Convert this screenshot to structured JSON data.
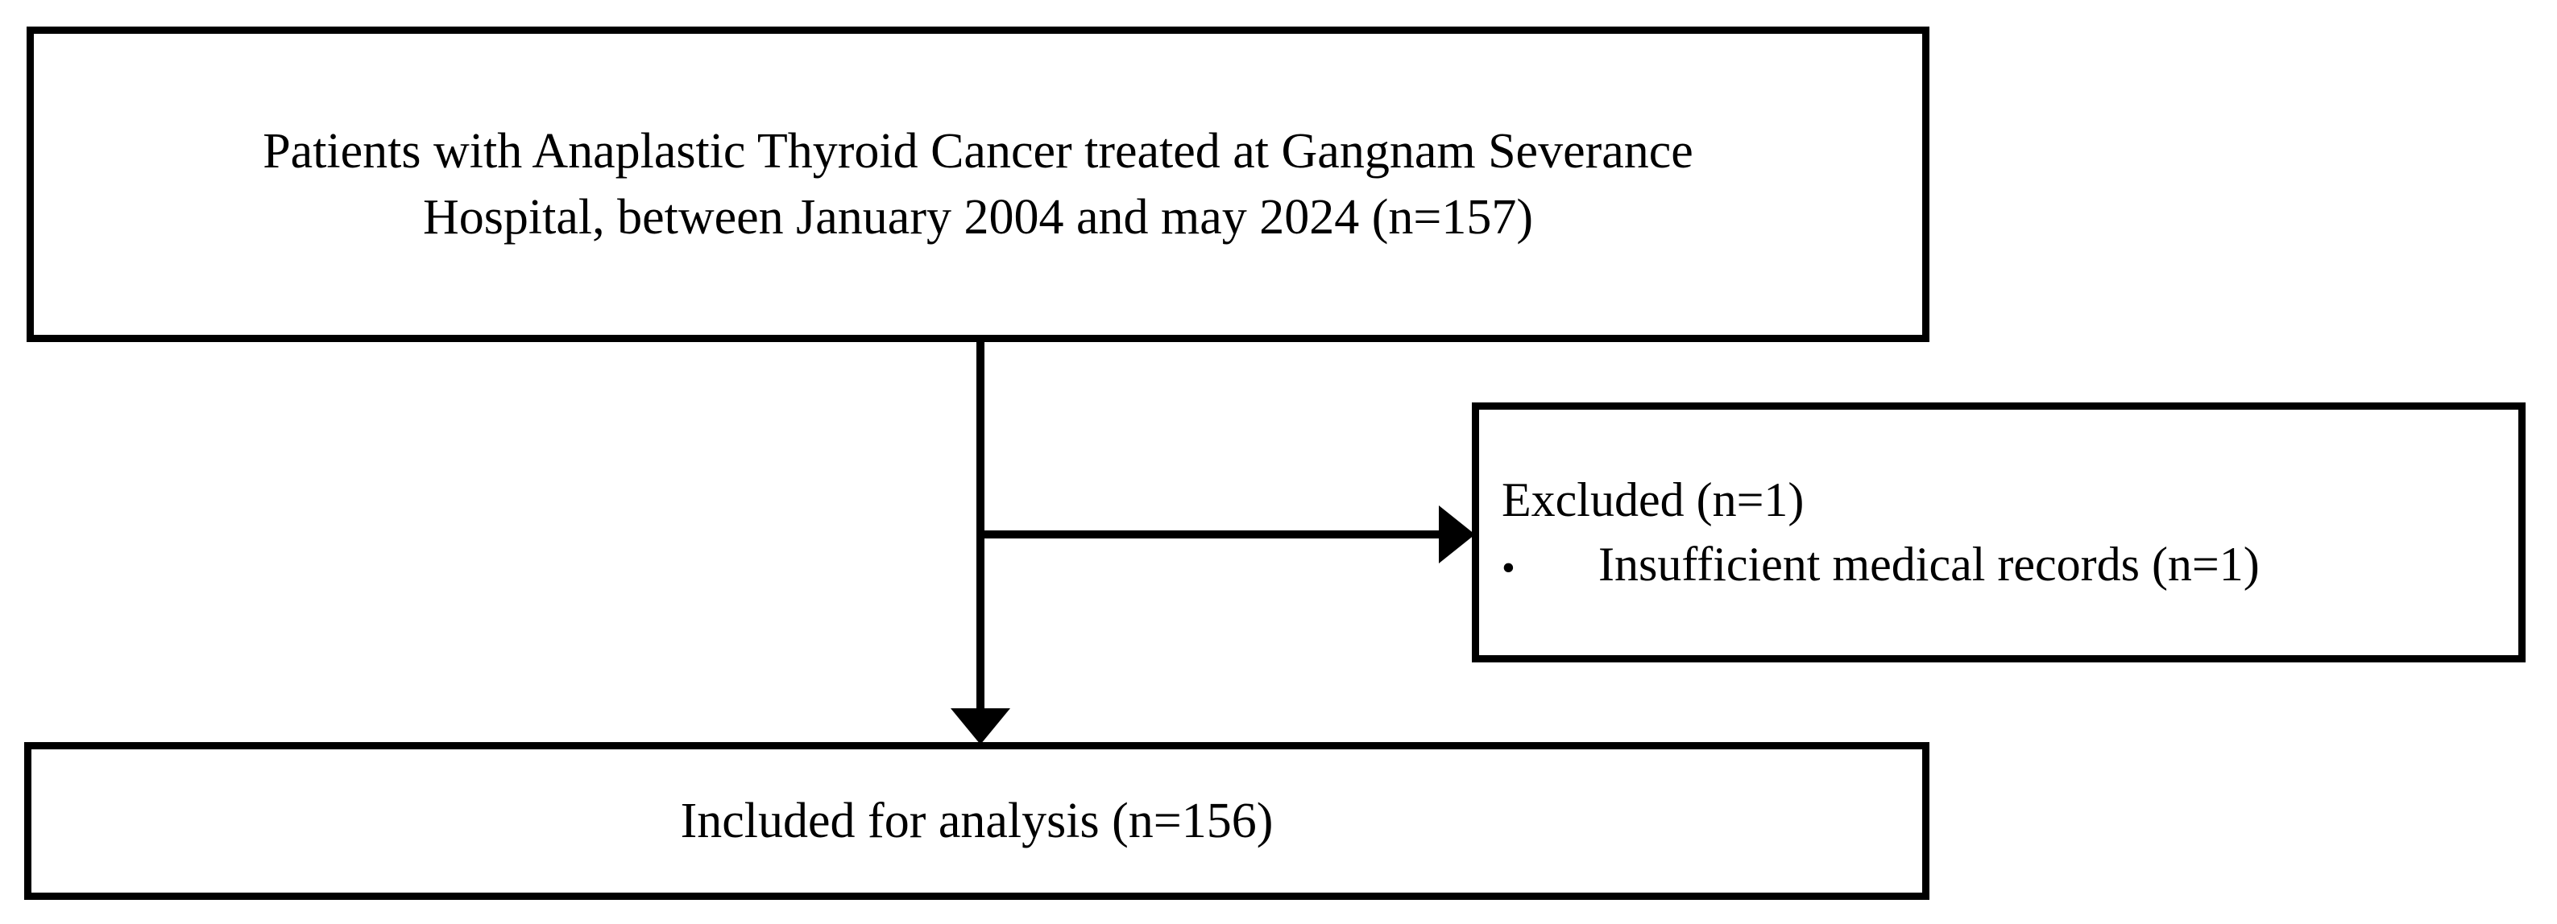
{
  "diagram": {
    "type": "patient-selection-flowchart",
    "orientation": "top-to-bottom",
    "background_color": "#ffffff",
    "line_color": "#000000",
    "text_color": "#000000"
  },
  "boxes": {
    "cohort": {
      "line1": "Patients with Anaplastic Thyroid Cancer treated at Gangnam Severance",
      "line2": "Hospital, between January 2004 and may 2024 (n=157)"
    },
    "excluded": {
      "heading": "Excluded (n=1)",
      "bullet_glyph": "•",
      "bullet_item": "Insufficient medical records (n=1)"
    },
    "included": {
      "line1": "Included for analysis (n=156)"
    }
  },
  "connectors": {
    "vertical_stem": "vertical-line-cohort-to-included",
    "horizontal_branch": "horizontal-line-to-excluded",
    "arrow_down": "arrowhead-pointing-down",
    "arrow_right": "arrowhead-pointing-right"
  }
}
